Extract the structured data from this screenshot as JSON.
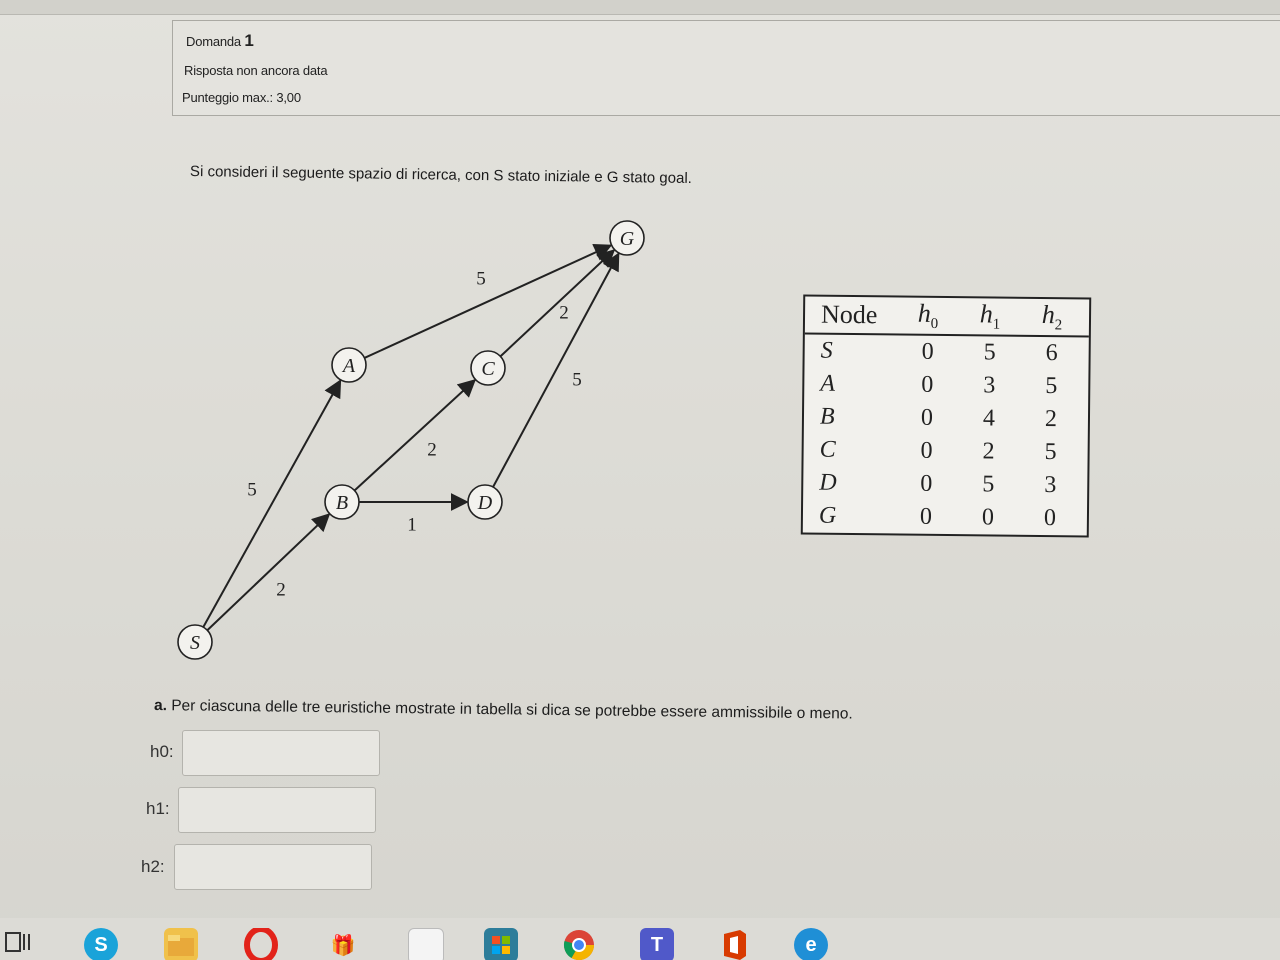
{
  "question_info": {
    "label": "Domanda",
    "number": "1",
    "status": "Risposta non ancora data",
    "score": "Punteggio max.: 3,00"
  },
  "question_text": "Si consideri il seguente spazio di ricerca, con S stato iniziale e G stato goal.",
  "graph": {
    "nodes": [
      "S",
      "A",
      "B",
      "C",
      "D",
      "G"
    ],
    "edges": [
      {
        "from": "S",
        "to": "A",
        "weight": "5"
      },
      {
        "from": "S",
        "to": "B",
        "weight": "2"
      },
      {
        "from": "B",
        "to": "C",
        "weight": "2"
      },
      {
        "from": "B",
        "to": "D",
        "weight": "1"
      },
      {
        "from": "A",
        "to": "G",
        "weight": "5"
      },
      {
        "from": "C",
        "to": "G",
        "weight": "2"
      },
      {
        "from": "D",
        "to": "G",
        "weight": "5"
      }
    ]
  },
  "heuristic_table": {
    "headers": [
      "Node",
      "h",
      "h",
      "h"
    ],
    "subscripts": [
      "0",
      "1",
      "2"
    ],
    "rows": [
      [
        "S",
        "0",
        "5",
        "6"
      ],
      [
        "A",
        "0",
        "3",
        "5"
      ],
      [
        "B",
        "0",
        "4",
        "2"
      ],
      [
        "C",
        "0",
        "2",
        "5"
      ],
      [
        "D",
        "0",
        "5",
        "3"
      ],
      [
        "G",
        "0",
        "0",
        "0"
      ]
    ]
  },
  "subquestion": {
    "prefix": "a.",
    "text": "Per ciascuna delle tre euristiche mostrate in tabella si dica se potrebbe essere ammissibile o meno."
  },
  "answers": [
    {
      "label": "h0:",
      "value": ""
    },
    {
      "label": "h1:",
      "value": ""
    },
    {
      "label": "h2:",
      "value": ""
    }
  ],
  "taskbar": {
    "icons": [
      "task-view-icon",
      "skype-icon",
      "file-explorer-icon",
      "opera-icon",
      "gift-icon",
      "document-icon",
      "store-icon",
      "chrome-icon",
      "teams-icon",
      "office-icon",
      "edge-icon"
    ],
    "colors": {
      "skype": "#1aa3d9",
      "opera": "#e2231a",
      "teams": "#5059c9",
      "office": "#d83b01",
      "edge": "#1f8fd6",
      "store": "#2d7d9a",
      "chrome_red": "#db4437",
      "chrome_green": "#0f9d58",
      "chrome_yellow": "#f4b400",
      "explorer": "#f0c14b"
    }
  }
}
